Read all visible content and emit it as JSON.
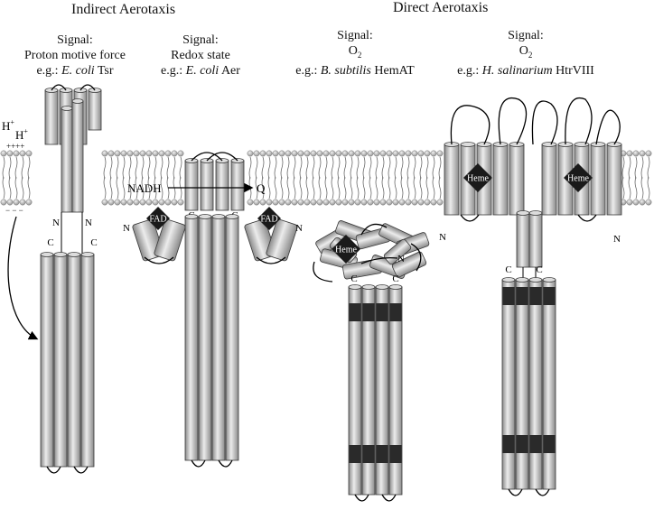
{
  "headers": {
    "indirect": "Indirect Aerotaxis",
    "direct": "Direct Aerotaxis"
  },
  "signals": {
    "tsr": {
      "signal_label": "Signal:",
      "signal": "Proton motive force",
      "eg": "e.g.:",
      "organism": "E. coli",
      "protein": "Tsr"
    },
    "aer": {
      "signal_label": "Signal:",
      "signal": "Redox state",
      "eg": "e.g.:",
      "organism": "E. coli",
      "protein": "Aer"
    },
    "hemat": {
      "signal_label": "Signal:",
      "signal": "O",
      "signal_sub": "2",
      "eg": "e.g.:",
      "organism": "B. subtilis",
      "protein": "HemAT"
    },
    "htr": {
      "signal_label": "Signal:",
      "signal": "O",
      "signal_sub": "2",
      "eg": "e.g.:",
      "organism": "H. salinarium",
      "protein": "HtrVIII"
    }
  },
  "membrane": {
    "proton_top": "H",
    "proton_top_sup": "+",
    "proton_bottom": "H",
    "proton_bottom_sup": "+",
    "plus_signs": "++++",
    "minus_signs": "− − −"
  },
  "labels": {
    "n_terminus": "N",
    "c_terminus": "C",
    "fad": "FAD",
    "heme": "Heme",
    "nadh": "NADH",
    "quinone": "Q"
  },
  "colors": {
    "cylinder_light": "#ececec",
    "cylinder_dark": "#8a8a8a",
    "band_dark": "#2a2a2a",
    "cofactor": "#1a1a1a",
    "lipid_head": "#bdbdbd"
  }
}
